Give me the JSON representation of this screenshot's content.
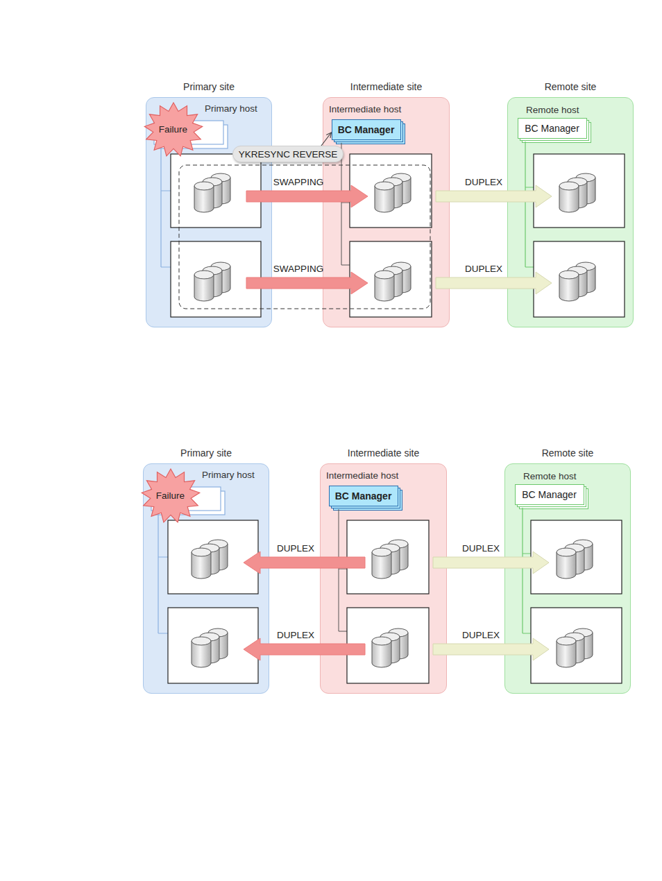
{
  "diagram": {
    "nodes": [
      {
        "text": [
          "Primary site",
          "Primary host"
        ]
      },
      {
        "text": [
          "Failure"
        ],
        "in": 0
      },
      {
        "text": [
          "YKRESYNC REVERSE"
        ]
      },
      {
        "text": [
          "Intermediate site",
          "Intermediate host"
        ]
      },
      {
        "text": [
          "BC Manager"
        ],
        "in": 3
      },
      {
        "text": [
          "Remote site",
          "Remote host"
        ]
      },
      {
        "text": [
          "BC Manager"
        ],
        "in": 5
      },
      {
        "text": [
          "Primary site",
          "Primary host"
        ]
      },
      {
        "text": [
          "Failure"
        ],
        "in": 7
      },
      {
        "text": [
          "Intermediate site",
          "Intermediate host"
        ]
      },
      {
        "text": [
          "BC Manager"
        ],
        "in": 9
      },
      {
        "text": [
          "Remote site",
          "Remote host"
        ]
      },
      {
        "text": [
          "BC Manager"
        ],
        "in": 11
      }
    ],
    "edges": [
      {
        "from": 2,
        "to": 4,
        "arrow": "to"
      }
    ],
    "labels": [
      "SWAPPING",
      "DUPLEX",
      "SWAPPING",
      "DUPLEX",
      "DUPLEX",
      "DUPLEX",
      "DUPLEX",
      "DUPLEX"
    ]
  }
}
